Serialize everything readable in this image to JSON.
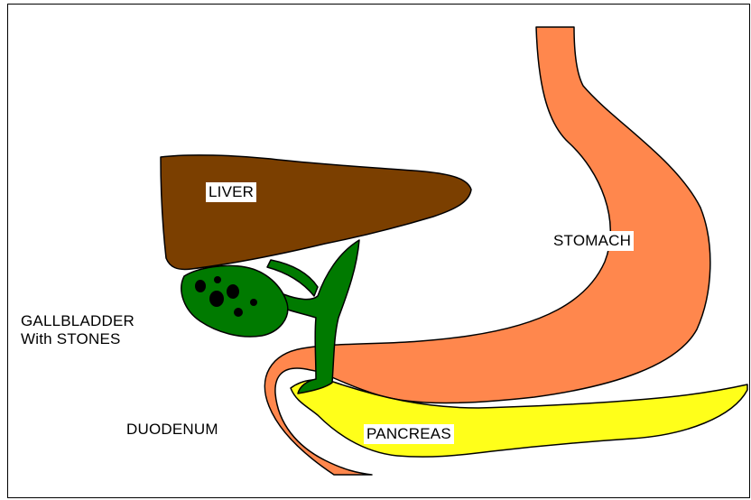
{
  "labels": {
    "liver": "LIVER",
    "stomach": "STOMACH",
    "gallbladder_line1": "GALLBLADDER",
    "gallbladder_line2": "With STONES",
    "duodenum": "DUODENUM",
    "pancreas": "PANCREAS"
  },
  "colors": {
    "liver": "#7b3f00",
    "stomach": "#ff874d",
    "gallbladder": "#007a00",
    "stones": "#000000",
    "pancreas": "#ffff1a",
    "outline": "#000000",
    "background": "#ffffff"
  }
}
